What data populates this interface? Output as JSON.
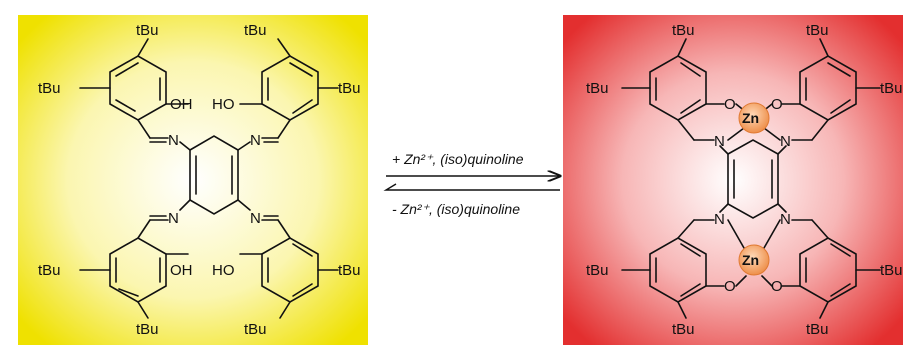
{
  "figure": {
    "colors": {
      "yellow_panel": "#f2e400",
      "red_panel": "#e83a3a",
      "zn_badge": "#f0a060",
      "ink": "#111111"
    },
    "ligand": {
      "labels": {
        "tbu": "tBu",
        "oh": "OH",
        "ho": "HO",
        "n": "N"
      }
    },
    "complex": {
      "labels": {
        "tbu": "tBu",
        "o": "O",
        "n": "N",
        "zn": "Zn"
      }
    },
    "reaction": {
      "forward_text": "+ Zn²⁺, (iso)quinoline",
      "reverse_text": "- Zn²⁺, (iso)quinoline"
    }
  }
}
